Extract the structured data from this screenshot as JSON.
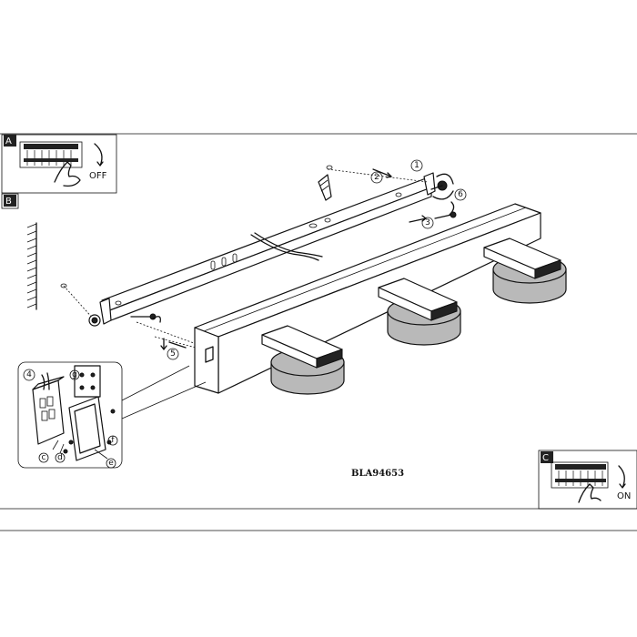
{
  "sections": {
    "a": {
      "letter": "A",
      "switch_label": "OFF"
    },
    "b": {
      "letter": "B"
    },
    "c": {
      "letter": "C",
      "switch_label": "ON"
    }
  },
  "steps": [
    "1",
    "2",
    "3",
    "4",
    "5",
    "6"
  ],
  "detail_labels": [
    "c",
    "d",
    "e",
    "f",
    "g"
  ],
  "model_code": "BLA94653"
}
